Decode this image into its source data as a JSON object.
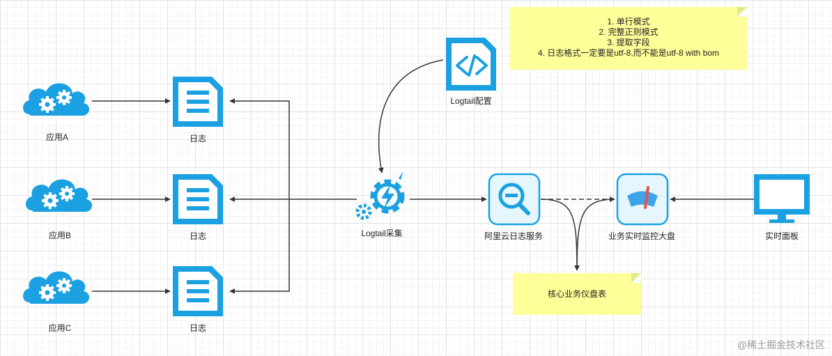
{
  "nodes": {
    "app_a": {
      "label": "应用A"
    },
    "app_b": {
      "label": "应用B"
    },
    "app_c": {
      "label": "应用C"
    },
    "log_a": {
      "label": "日志"
    },
    "log_b": {
      "label": "日志"
    },
    "log_c": {
      "label": "日志"
    },
    "logtail_config": {
      "label": "Logtail配置"
    },
    "logtail_collect": {
      "label": "Logtail采集"
    },
    "log_service": {
      "label": "阿里云日志服务"
    },
    "monitor_dashboard": {
      "label": "业务实时监控大盘"
    },
    "realtime_panel": {
      "label": "实时面板"
    }
  },
  "notes": {
    "config_modes": {
      "lines": [
        "1. 单行模式",
        "2. 完整正则模式",
        "3. 提取字段",
        "4. 日志格式一定要是utf-8,而不能是utf-8 with bom"
      ]
    },
    "core_dashboard": {
      "text": "核心业务仪盘表"
    }
  },
  "watermark": "@稀土掘金技术社区",
  "colors": {
    "icon_blue": "#1ba1e2",
    "edge": "#333333",
    "note_fill": "#ffff99"
  }
}
